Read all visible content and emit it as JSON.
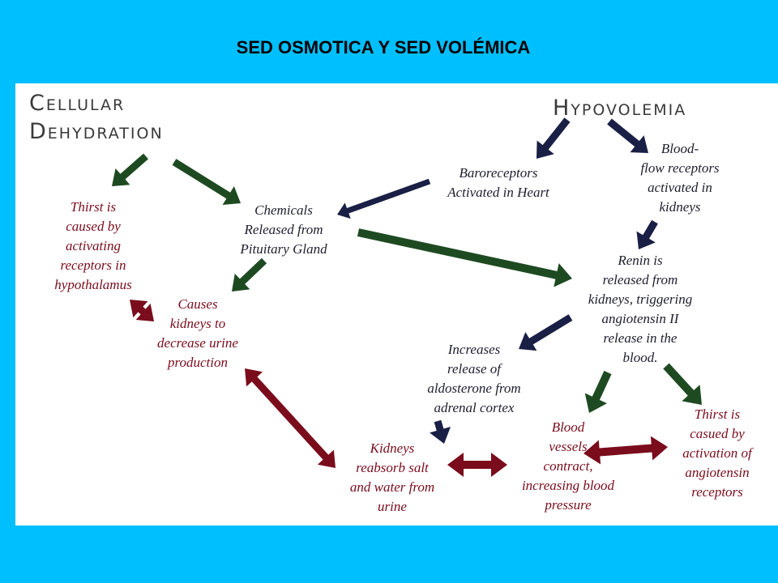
{
  "title": "SED OSMOTICA Y SED VOLÉMICA",
  "headings": {
    "cellular": [
      "Cellular",
      "Dehydration"
    ],
    "hypovolemia": [
      "Hypovolemia"
    ]
  },
  "nodes": {
    "thirst_hypothalamus": [
      "Thirst is",
      "caused by",
      "activating",
      "receptors in",
      "hypothalamus"
    ],
    "chemicals_pituitary": [
      "Chemicals",
      "Released from",
      "Pituitary Gland"
    ],
    "causes_kidneys": [
      "Causes",
      "kidneys to",
      "decrease urine",
      "production"
    ],
    "baroreceptors": [
      "Baroreceptors",
      "Activated in Heart"
    ],
    "bloodflow_receptors": [
      "Blood-",
      "flow receptors",
      "activated in",
      "kidneys"
    ],
    "renin_released": [
      "Renin is",
      "released from",
      "kidneys, triggering",
      "angiotensin II",
      "release in the",
      "blood."
    ],
    "increases_aldosterone": [
      "Increases",
      "release of",
      "aldosterone from",
      "adrenal cortex"
    ],
    "kidneys_reabsorb": [
      "Kidneys",
      "reabsorb salt",
      "and water from",
      "urine"
    ],
    "blood_vessels": [
      "Blood",
      "vessels",
      "contract,",
      "increasing blood",
      "pressure"
    ],
    "thirst_angiotensin": [
      "Thirst is",
      "casued by",
      "activation  of",
      "angiotensin",
      "receptors"
    ]
  },
  "colors": {
    "background": "#00BFFF",
    "panel": "#FFFFFF",
    "green_arrow": "#1E4A22",
    "navy_arrow": "#1A1F45",
    "red_arrow": "#7A0C1C",
    "dark_text": "#1E1E2E",
    "red_text": "#7A0C1C"
  }
}
